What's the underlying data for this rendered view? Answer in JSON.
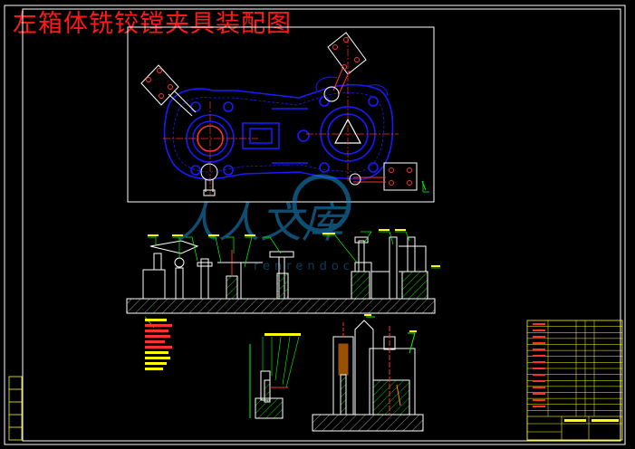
{
  "title": "左箱体铣铰镗夹具装配图",
  "watermark": {
    "logo_text": "人人文库",
    "sub_text": "renrendoc"
  },
  "colors": {
    "background": "#000000",
    "title": "#ff1a1a",
    "frame": "#ffffff",
    "part_outline": "#0000ff",
    "fixture": "#ffffff",
    "leader": "#00ff00",
    "label_text": "#ffff00",
    "hatch": "#00cc00",
    "rod": "#ff4040"
  },
  "views": [
    "top-view",
    "front-view",
    "side-section-view",
    "detail-view"
  ],
  "title_block": {
    "rows": 16
  }
}
